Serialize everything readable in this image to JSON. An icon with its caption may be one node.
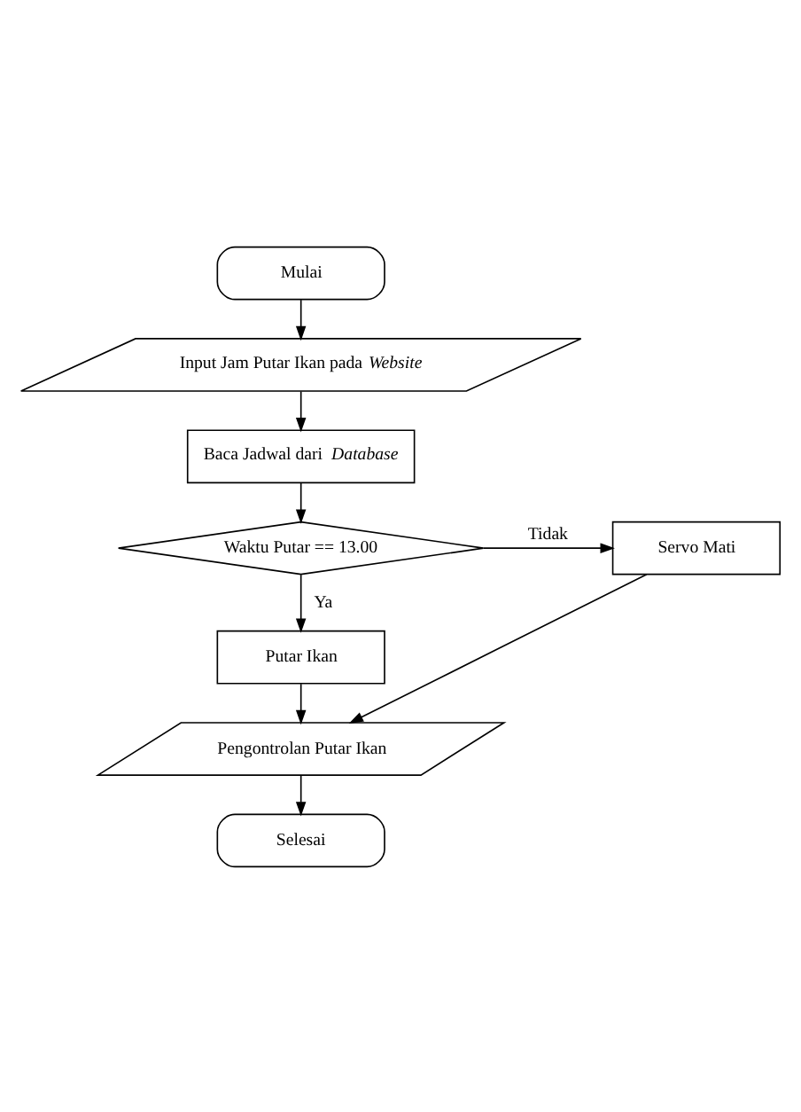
{
  "diagram": {
    "nodes": [
      {
        "text": [
          "Mulai"
        ]
      },
      {
        "text": [
          "Input Jam Putar Ikan pada *Website*"
        ]
      },
      {
        "text": [
          "Baca Jadwal dari *Database*"
        ]
      },
      {
        "text": [
          "Waktu Putar == 13.00"
        ]
      },
      {
        "text": [
          "Servo Mati"
        ]
      },
      {
        "text": [
          "Putar Ikan"
        ]
      },
      {
        "text": [
          "Pengontrolan Putar Ikan"
        ]
      },
      {
        "text": [
          "Selesai"
        ]
      }
    ],
    "edges": [
      {
        "from": 0,
        "to": 1,
        "arrow": "to"
      },
      {
        "from": 1,
        "to": 2,
        "arrow": "to"
      },
      {
        "from": 2,
        "to": 3,
        "arrow": "to"
      },
      {
        "from": 3,
        "to": 4,
        "arrow": "to",
        "label": "Tidak"
      },
      {
        "from": 3,
        "to": 5,
        "arrow": "to",
        "label": "Ya"
      },
      {
        "from": 5,
        "to": 6,
        "arrow": "to"
      },
      {
        "from": 4,
        "to": 6,
        "arrow": "to"
      },
      {
        "from": 6,
        "to": 7,
        "arrow": "to"
      }
    ]
  }
}
